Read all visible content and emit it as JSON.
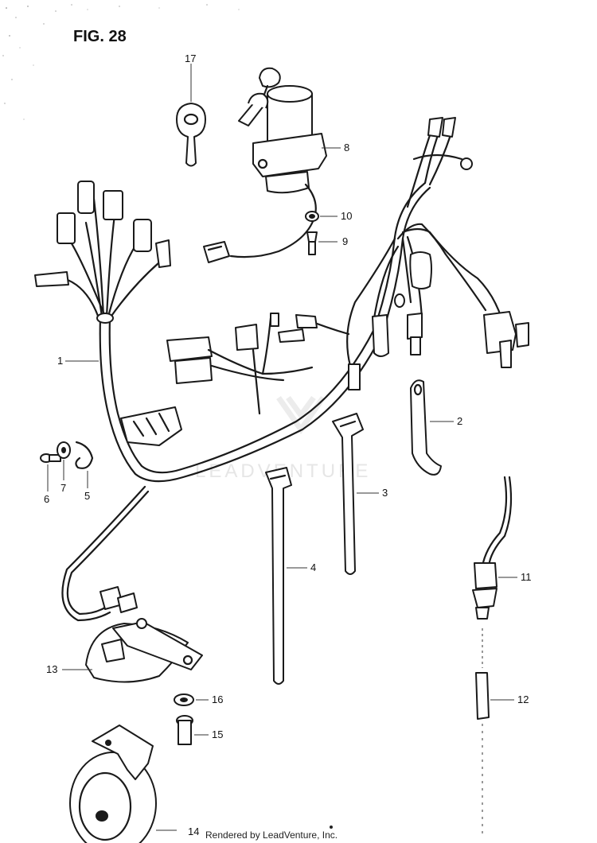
{
  "figure_title": "FIG. 28",
  "watermark": "LEADVENTURE",
  "credit": "Rendered by LeadVenture, Inc.",
  "callouts": [
    {
      "id": "17",
      "text": "17"
    },
    {
      "id": "8",
      "text": "8"
    },
    {
      "id": "10",
      "text": "10"
    },
    {
      "id": "9",
      "text": "9"
    },
    {
      "id": "1",
      "text": "1"
    },
    {
      "id": "2",
      "text": "2"
    },
    {
      "id": "3",
      "text": "3"
    },
    {
      "id": "4",
      "text": "4"
    },
    {
      "id": "6",
      "text": "6"
    },
    {
      "id": "7",
      "text": "7"
    },
    {
      "id": "5",
      "text": "5"
    },
    {
      "id": "11",
      "text": "11"
    },
    {
      "id": "12",
      "text": "12"
    },
    {
      "id": "13",
      "text": "13"
    },
    {
      "id": "16",
      "text": "16"
    },
    {
      "id": "15",
      "text": "15"
    },
    {
      "id": "14",
      "text": "14"
    }
  ]
}
